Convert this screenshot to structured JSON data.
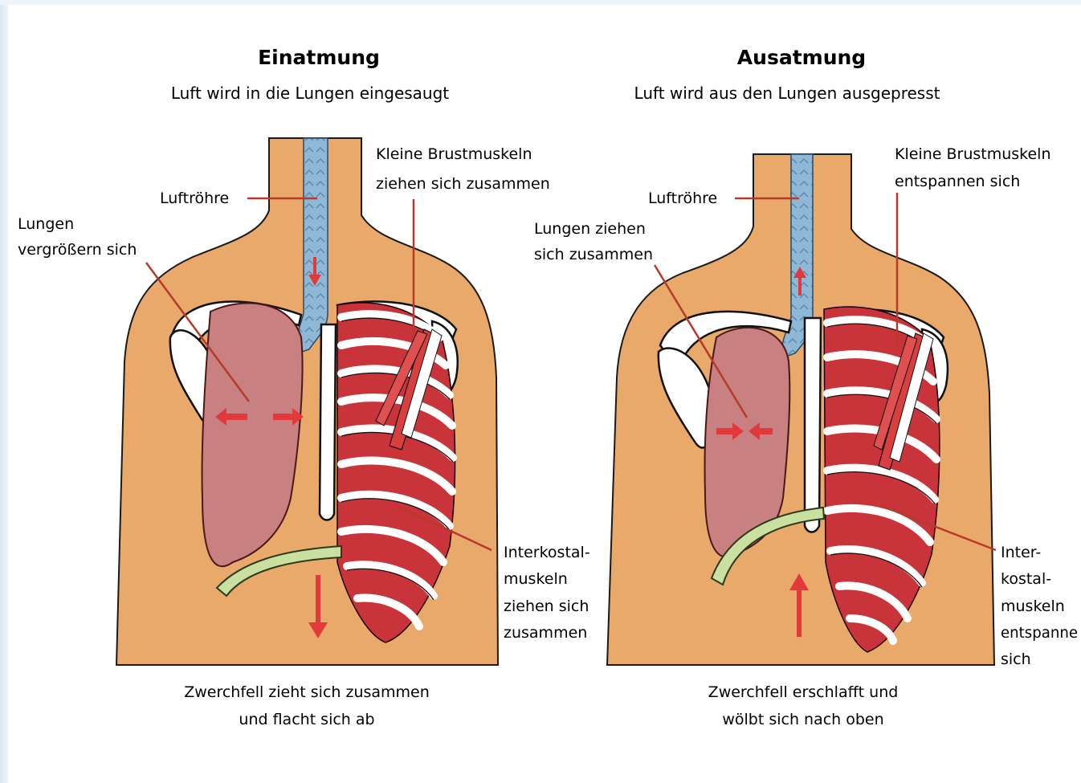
{
  "inhale": {
    "title": "Einatmung",
    "subtitle": "Luft wird in die Lungen eingesaugt",
    "trachea": "Luftröhre",
    "lungs": [
      "Lungen",
      "vergrößern sich"
    ],
    "chest_muscles": [
      "Kleine Brustmuskeln",
      "ziehen sich zusammen"
    ],
    "intercostal": [
      "Interkostal-",
      "muskeln",
      "ziehen sich",
      "zusammen"
    ],
    "diaphragm": [
      "Zwerchfell zieht sich zusammen",
      "und flacht sich ab"
    ]
  },
  "exhale": {
    "title": "Ausatmung",
    "subtitle": "Luft wird aus den Lungen ausgepresst",
    "trachea": "Luftröhre",
    "lungs": [
      "Lungen ziehen",
      "sich zusammen"
    ],
    "chest_muscles": [
      "Kleine Brustmuskeln",
      "entspannen sich"
    ],
    "intercostal": [
      "Inter-",
      "kostal-",
      "muskeln",
      "entspanne",
      "sich"
    ],
    "diaphragm": [
      "Zwerchfell erschlafft und",
      "wölbt sich nach oben"
    ]
  },
  "colors": {
    "skin": "#e8a96a",
    "rib_muscle": "#c9333a",
    "trachea": "#8fb7d6",
    "lung": "#c98080",
    "diaphragm": "#c9e0a0",
    "arrow": "#e23a3a",
    "leader": "#b53a2a"
  }
}
